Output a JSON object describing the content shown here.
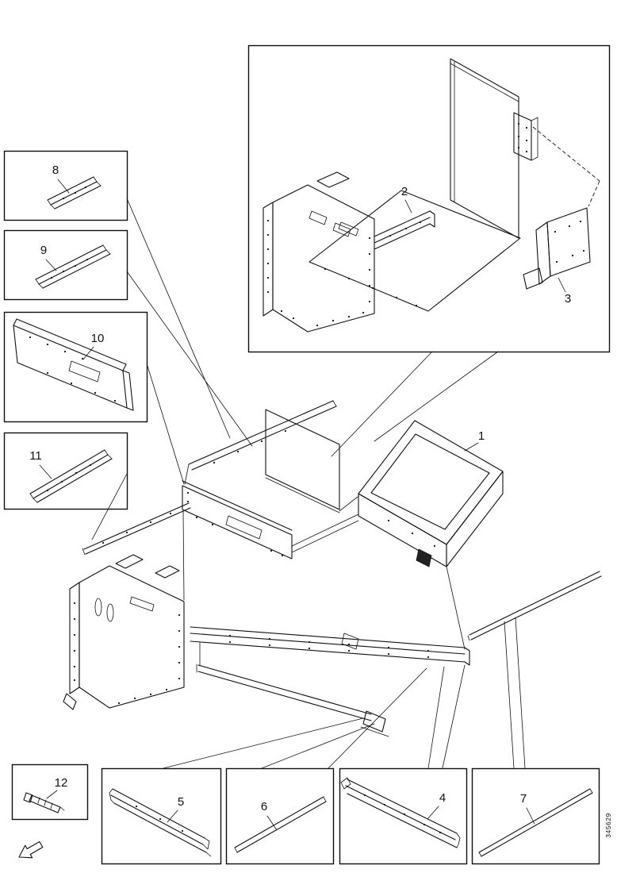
{
  "figure": {
    "figure_code": "345629",
    "part_labels": {
      "1": "1",
      "2": "2",
      "3": "3",
      "4": "4",
      "5": "5",
      "6": "6",
      "7": "7",
      "8": "8",
      "9": "9",
      "10": "10",
      "11": "11",
      "12": "12"
    }
  }
}
